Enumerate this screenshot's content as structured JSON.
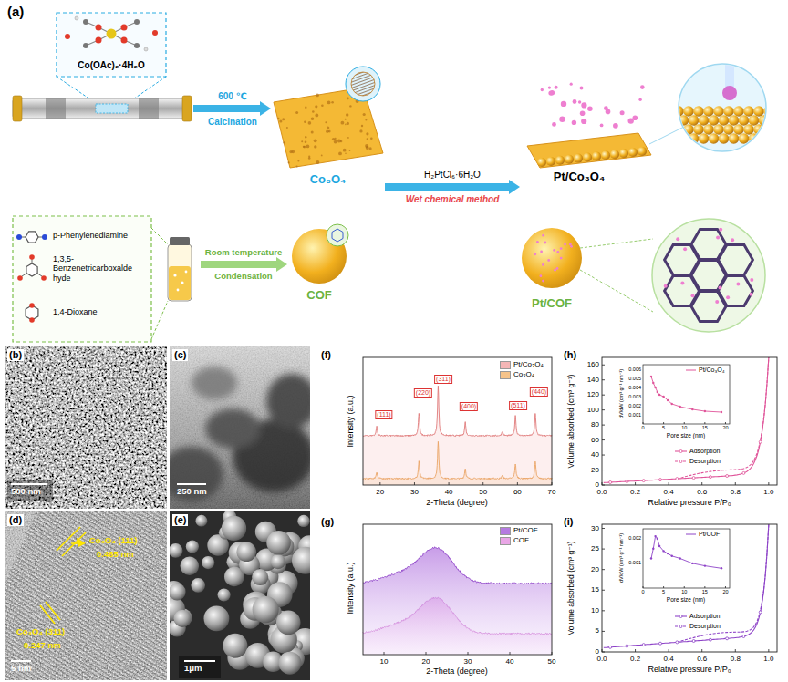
{
  "diagram": {
    "nodes": [
      {
        "text": [
          "Co(OAc)₂·4H₂O"
        ]
      },
      {
        "text": [
          "Co₃O₄"
        ]
      },
      {
        "text": [
          "Pt/Co₃O₄"
        ]
      },
      {
        "text": [
          "p-Phenylenediamine",
          "1,3,5- Benzenetricarboxalde hyde",
          "1,4-Dioxane"
        ]
      },
      {
        "text": [
          "COF"
        ]
      },
      {
        "text": [
          "Pt/COF"
        ]
      }
    ],
    "edges": [
      {
        "from": 0,
        "to": 1,
        "arrow": "to"
      },
      {
        "from": 1,
        "to": 2,
        "arrow": "to"
      },
      {
        "from": 3,
        "to": 4,
        "arrow": "to"
      }
    ],
    "labels": [
      "(a)",
      "600 ℃",
      "Calcination",
      "H₂PtCl₆·6H₂O",
      "Wet chemical method",
      "Room temperature",
      "Condensation",
      "(b)",
      "500 nm",
      "(c)",
      "250 nm",
      "(d)",
      "Co₃O₄ (111)",
      "0.465 nm",
      "Co₃O₄ (311)",
      "0.247 nm",
      "5 nm",
      "(e)",
      "1μm",
      "(f)",
      "Intensity (a.u.)",
      "2-Theta (degree)",
      "20",
      "30",
      "40",
      "50",
      "60",
      "70",
      "(111)",
      "(220)",
      "(311)",
      "(400)",
      "(511)",
      "(440)",
      "(g)",
      "Intensity (a.u.)",
      "2-Theta (degree)",
      "10",
      "20",
      "30",
      "40",
      "50",
      "(h)",
      "Volume absorbed (cm³ g⁻¹)",
      "Relative pressure P/P₀",
      "0",
      "20",
      "40",
      "60",
      "80",
      "100",
      "120",
      "140",
      "160",
      "0.0",
      "0.2",
      "0.4",
      "0.6",
      "0.8",
      "1.0",
      "Pt/Co₃O₄",
      "Pore size (nm)",
      "dV/dW (cm³ g⁻¹ nm⁻¹)",
      "0.001",
      "0.002",
      "0.003",
      "0.004",
      "0.005",
      "0.006",
      "0",
      "5",
      "10",
      "15",
      "20",
      "(i)",
      "Volume absorbed (cm³ g⁻¹)",
      "Relative pressure P/P₀",
      "0",
      "5",
      "10",
      "15",
      "20",
      "25",
      "30",
      "0.0",
      "0.2",
      "0.4",
      "0.6",
      "0.8",
      "1.0",
      "Pt/COF",
      "Pore size (nm)",
      "dV/dW (cm³ g⁻¹ nm⁻¹)",
      "0.001",
      "0.002",
      "0",
      "5",
      "10",
      "15",
      "20"
    ],
    "legend": [
      {
        "text": "Pt/Co₃O₄",
        "color": "#f4b6b6"
      },
      {
        "text": "Co₃O₄",
        "color": "#f5c38a"
      },
      {
        "text": "Pt/COF",
        "color": "#b57be0"
      },
      {
        "text": "COF",
        "color": "#e9a6e6"
      },
      {
        "text": "Adsorption"
      },
      {
        "text": "Desorption"
      },
      {
        "text": "Adsorption"
      },
      {
        "text": "Desorption"
      }
    ]
  }
}
